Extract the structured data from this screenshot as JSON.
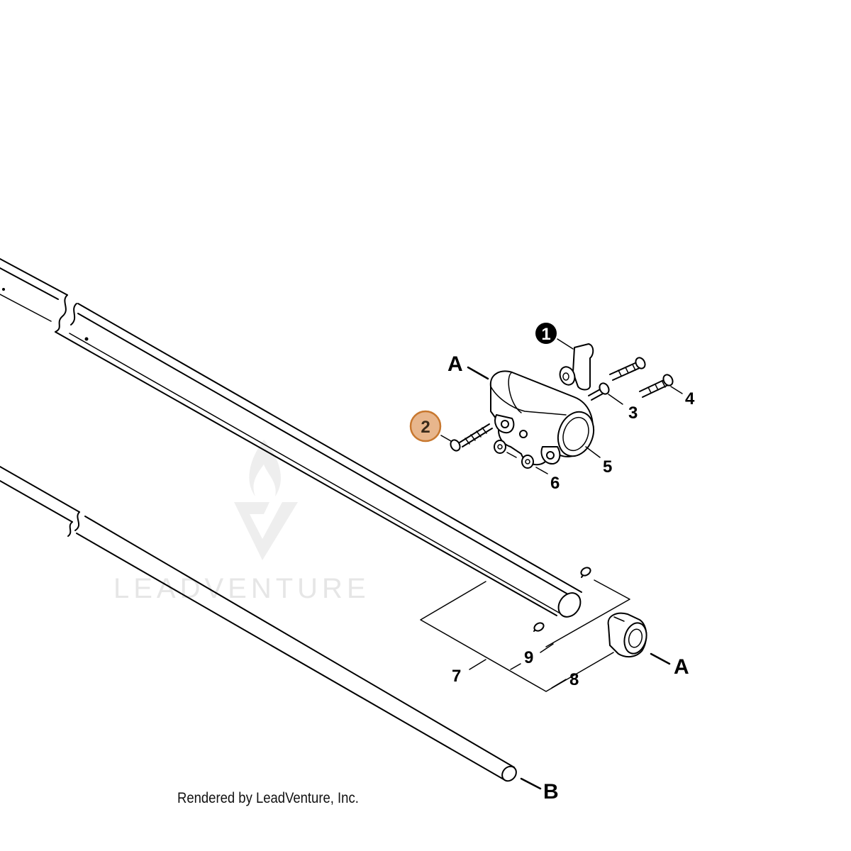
{
  "diagram": {
    "callouts": {
      "c1": "1",
      "c2": "2",
      "c3": "3",
      "c4": "4",
      "c5": "5",
      "c6": "6",
      "c7": "7",
      "c8": "8",
      "c9": "9"
    },
    "refs": {
      "a_top": "A",
      "a_right": "A",
      "b_bottom": "B"
    },
    "highlight_color": "#e8b68c",
    "highlight_stroke": "#c8782f"
  },
  "watermark": {
    "text": "LEADVENTURE"
  },
  "footer": {
    "rendered_by": "Rendered by LeadVenture, Inc."
  }
}
